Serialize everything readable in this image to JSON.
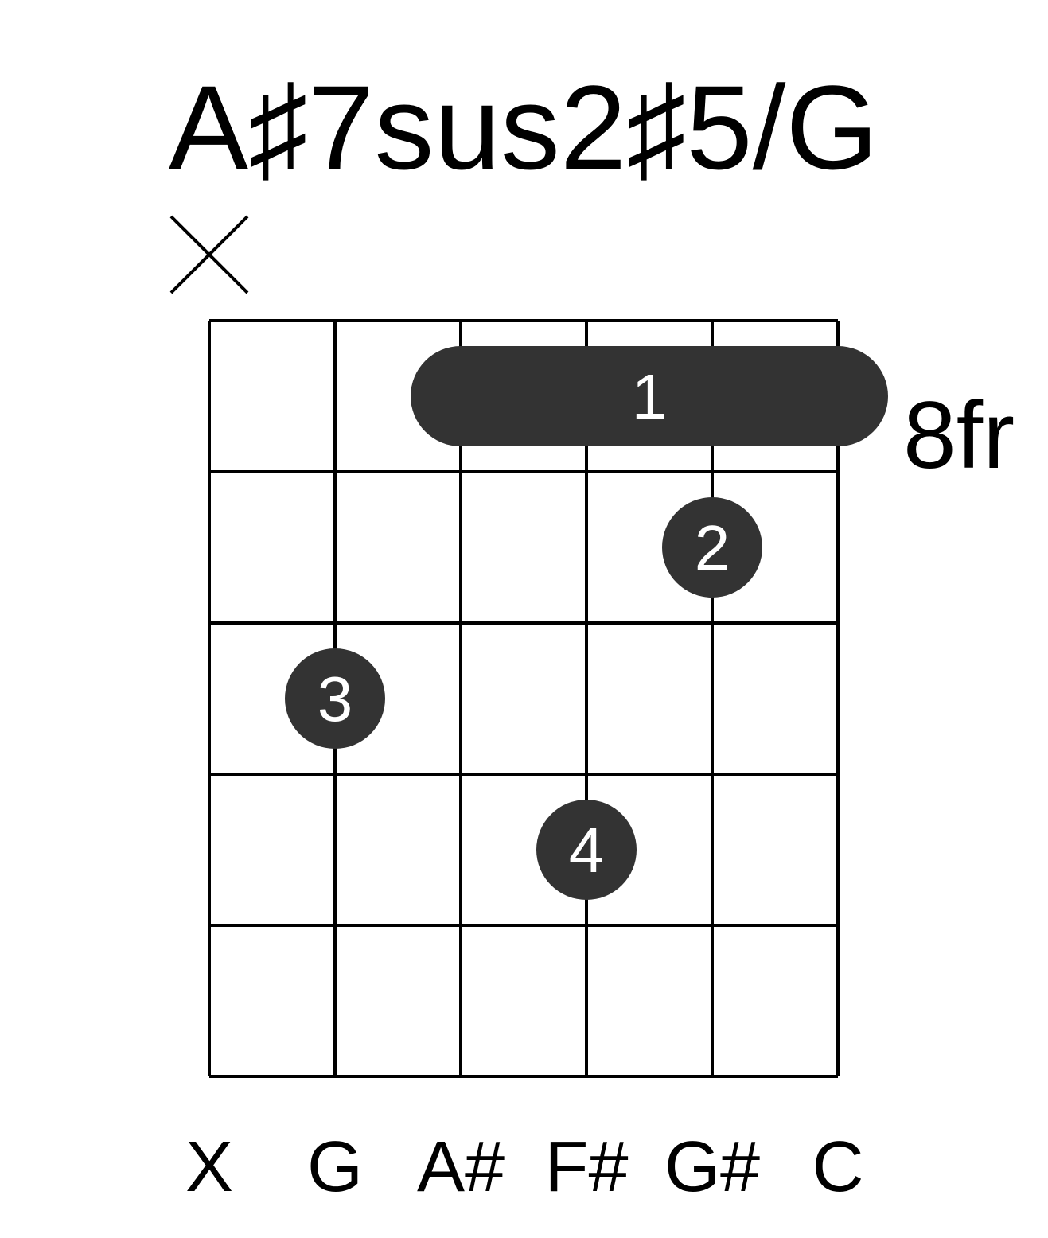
{
  "chord": {
    "name": "A♯7sus2♯5/G",
    "fret_label": "8fr",
    "strings": 6,
    "frets_shown": 5,
    "muted_strings": [
      0
    ],
    "barre": {
      "fret": 1,
      "from_string": 2,
      "to_string": 5,
      "finger": "1"
    },
    "fingers": [
      {
        "string": 4,
        "fret": 2,
        "finger": "2"
      },
      {
        "string": 1,
        "fret": 3,
        "finger": "3"
      },
      {
        "string": 3,
        "fret": 4,
        "finger": "4"
      }
    ],
    "notes": [
      "X",
      "G",
      "A#",
      "F#",
      "G#",
      "C"
    ]
  },
  "colors": {
    "line": "#000000",
    "dot": "#333333",
    "dot_text": "#ffffff",
    "background": "#ffffff"
  }
}
